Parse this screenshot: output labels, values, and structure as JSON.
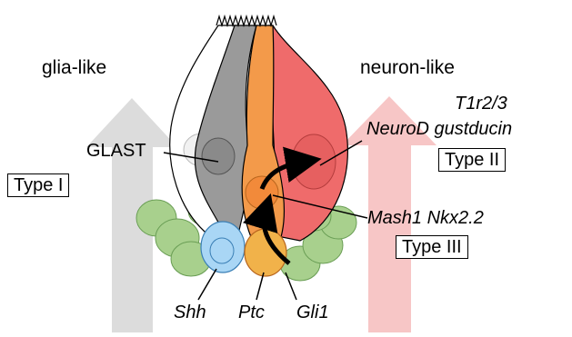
{
  "labels": {
    "glia_like": "glia-like",
    "neuron_like": "neuron-like",
    "glast": "GLAST",
    "type1": "Type I",
    "type2": "Type II",
    "type3": "Type III",
    "t1r": "T1r2/3",
    "neurod": "NeuroD gustducin",
    "mash": "Mash1 Nkx2.2",
    "shh": "Shh",
    "ptc": "Ptc",
    "gli": "Gli1"
  },
  "colors": {
    "glia_arrow": "#dcdcdc",
    "neuron_arrow": "#f7c6c6",
    "type1_cell": "#ffffff",
    "glast_cell": "#9a9a9a",
    "type3_cell": "#f39a4a",
    "type2_cell": "#ef6b6b",
    "basal_cells": "#a8d08d",
    "shh_cell": "#a9d6f5",
    "ptc_cell": "#f1b24a"
  }
}
